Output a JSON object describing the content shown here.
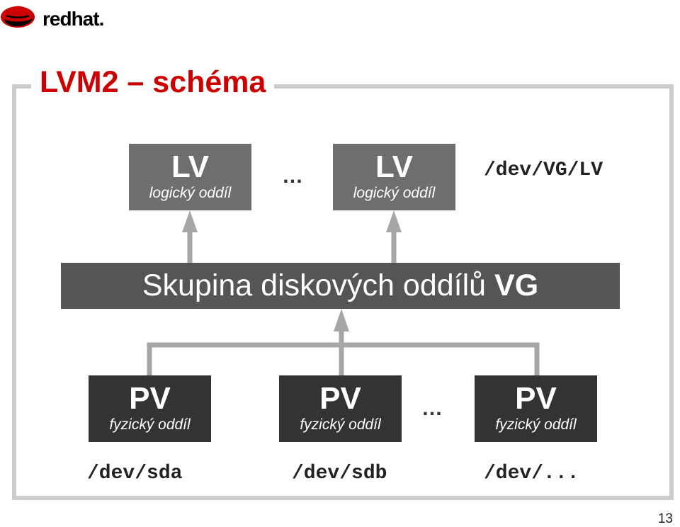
{
  "brand": {
    "logo_text": "redhat.",
    "logo_icon": "redhat-hat-icon",
    "colors": {
      "hat_red": "#cc0000",
      "title_red": "#cc0000"
    }
  },
  "slide": {
    "title": "LVM2 – schéma",
    "page_number": "13"
  },
  "logical_volumes": [
    {
      "label": "LV",
      "sublabel": "logický oddíl"
    },
    {
      "label": "LV",
      "sublabel": "logický oddíl"
    }
  ],
  "lv_ellipsis": "…",
  "lv_path": "/dev/VG/LV",
  "volume_group": {
    "text": "Skupina diskových oddílů ",
    "bold": "VG"
  },
  "physical_volumes": [
    {
      "label": "PV",
      "sublabel": "fyzický oddíl",
      "device": "/dev/sda"
    },
    {
      "label": "PV",
      "sublabel": "fyzický oddíl",
      "device": "/dev/sdb"
    },
    {
      "label": "PV",
      "sublabel": "fyzický oddíl",
      "device": "/dev/..."
    }
  ],
  "pv_ellipsis": "…"
}
